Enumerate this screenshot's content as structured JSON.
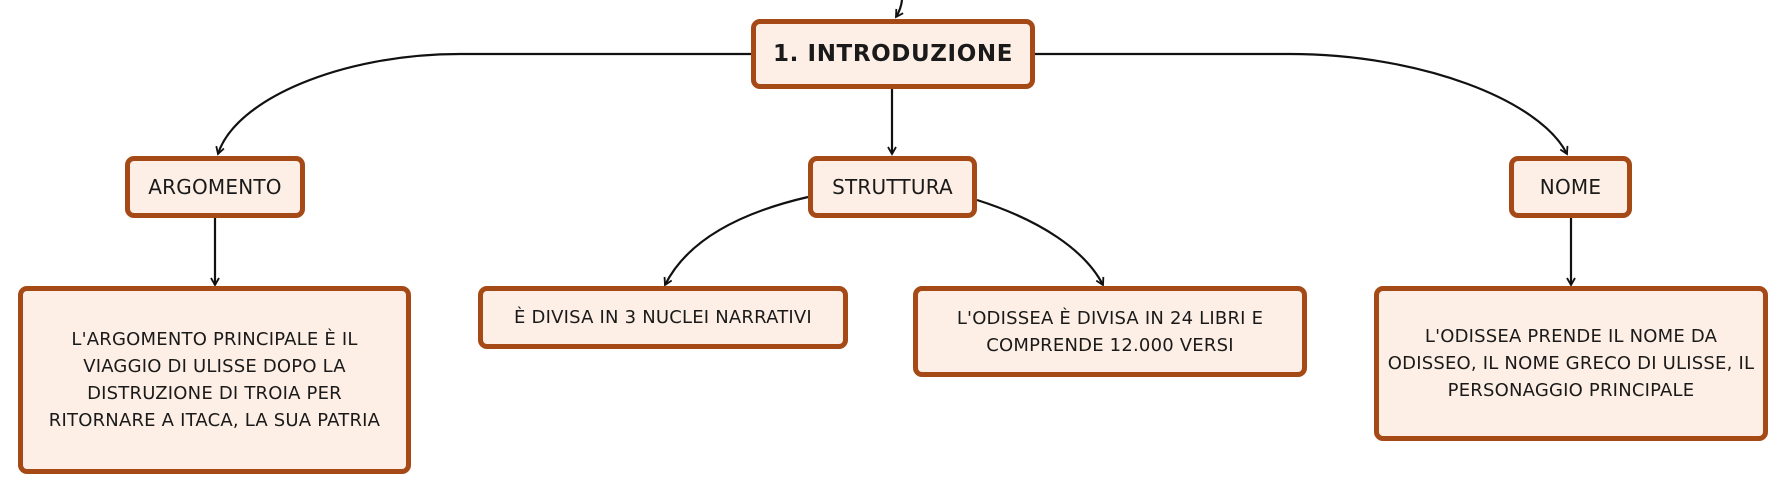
{
  "diagram": {
    "root": "1. INTRODUZIONE",
    "branches": {
      "argomento": {
        "label": "ARGOMENTO",
        "detail": "L'ARGOMENTO PRINCIPALE È IL VIAGGIO DI ULISSE DOPO LA DISTRUZIONE DI TROIA PER RITORNARE A ITACA, LA SUA PATRIA"
      },
      "struttura": {
        "label": "STRUTTURA",
        "details": [
          "È DIVISA IN 3 NUCLEI NARRATIVI",
          "L'ODISSEA È DIVISA IN 24 LIBRI E COMPRENDE 12.000 VERSI"
        ]
      },
      "nome": {
        "label": "NOME",
        "detail": "L'ODISSEA PRENDE IL NOME DA ODISSEO, IL NOME GRECO DI ULISSE, IL PERSONAGGIO PRINCIPALE"
      }
    }
  },
  "colors": {
    "node_fill": "#fdefe5",
    "node_border": "#a54a16",
    "edge": "#111111"
  }
}
